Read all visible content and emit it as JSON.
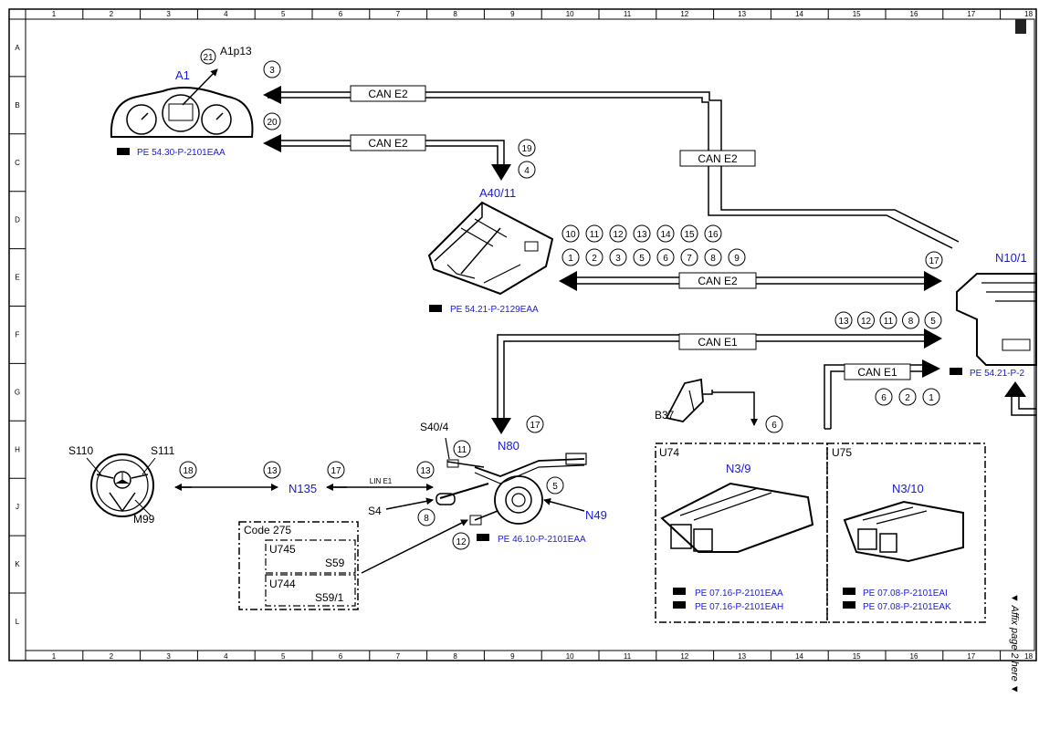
{
  "grid": {
    "columns": [
      "1",
      "2",
      "3",
      "4",
      "5",
      "6",
      "7",
      "8",
      "9",
      "10",
      "11",
      "12",
      "13",
      "14",
      "15",
      "16",
      "17",
      "18"
    ],
    "rows": [
      "A",
      "B",
      "C",
      "D",
      "E",
      "F",
      "G",
      "H",
      "J",
      "K",
      "L"
    ]
  },
  "components": {
    "a1": "A1",
    "a1p13": "A1p13",
    "a40_11": "A40/11",
    "n10_1": "N10/1",
    "b37": "B37",
    "n80": "N80",
    "s40_4": "S40/4",
    "s4": "S4",
    "n49": "N49",
    "s110": "S110",
    "s111": "S111",
    "m99": "M99",
    "n135": "N135",
    "n3_9": "N3/9",
    "n3_10": "N3/10",
    "u74": "U74",
    "u75": "U75",
    "code275": "Code 275",
    "u745": "U745",
    "s59": "S59",
    "u744": "U744",
    "s59_1": "S59/1"
  },
  "buses": {
    "can_e2": "CAN E2",
    "can_e1": "CAN E1",
    "lin_e1": "LIN E1"
  },
  "pins": {
    "a1_in": "3",
    "a1_out": "20",
    "a1p13": "21",
    "a40_top1": "19",
    "a40_top2": "4",
    "a40_row1": [
      "10",
      "11",
      "12",
      "13",
      "14",
      "15",
      "16"
    ],
    "a40_row2": [
      "1",
      "2",
      "3",
      "5",
      "6",
      "7",
      "8",
      "9"
    ],
    "n10_e2": "17",
    "n10_e1": [
      "13",
      "12",
      "11",
      "8",
      "5"
    ],
    "n10_e1b": [
      "6",
      "2",
      "1"
    ],
    "b37_pin": "6",
    "n80_pin": "17",
    "s40_pin": "11",
    "n49_pin": "5",
    "s4_pin": "8",
    "s59_pin": "12",
    "wheel_pin": "18",
    "n135_left": "13",
    "n135_right": "17",
    "n80_left": "13"
  },
  "refs": {
    "a1": "PE 54.30-P-2101EAA",
    "a40": "PE 54.21-P-2129EAA",
    "n10": "PE 54.21-P-2",
    "n80": "PE 46.10-P-2101EAA",
    "n3_9_a": "PE 07.16-P-2101EAA",
    "n3_9_b": "PE 07.16-P-2101EAH",
    "n3_10_a": "PE 07.08-P-2101EAI",
    "n3_10_b": "PE 07.08-P-2101EAK"
  },
  "side_note": "▼ Affix page 2 here ▼",
  "colors": {
    "component_label": "#1a1adb",
    "line": "#000000"
  }
}
